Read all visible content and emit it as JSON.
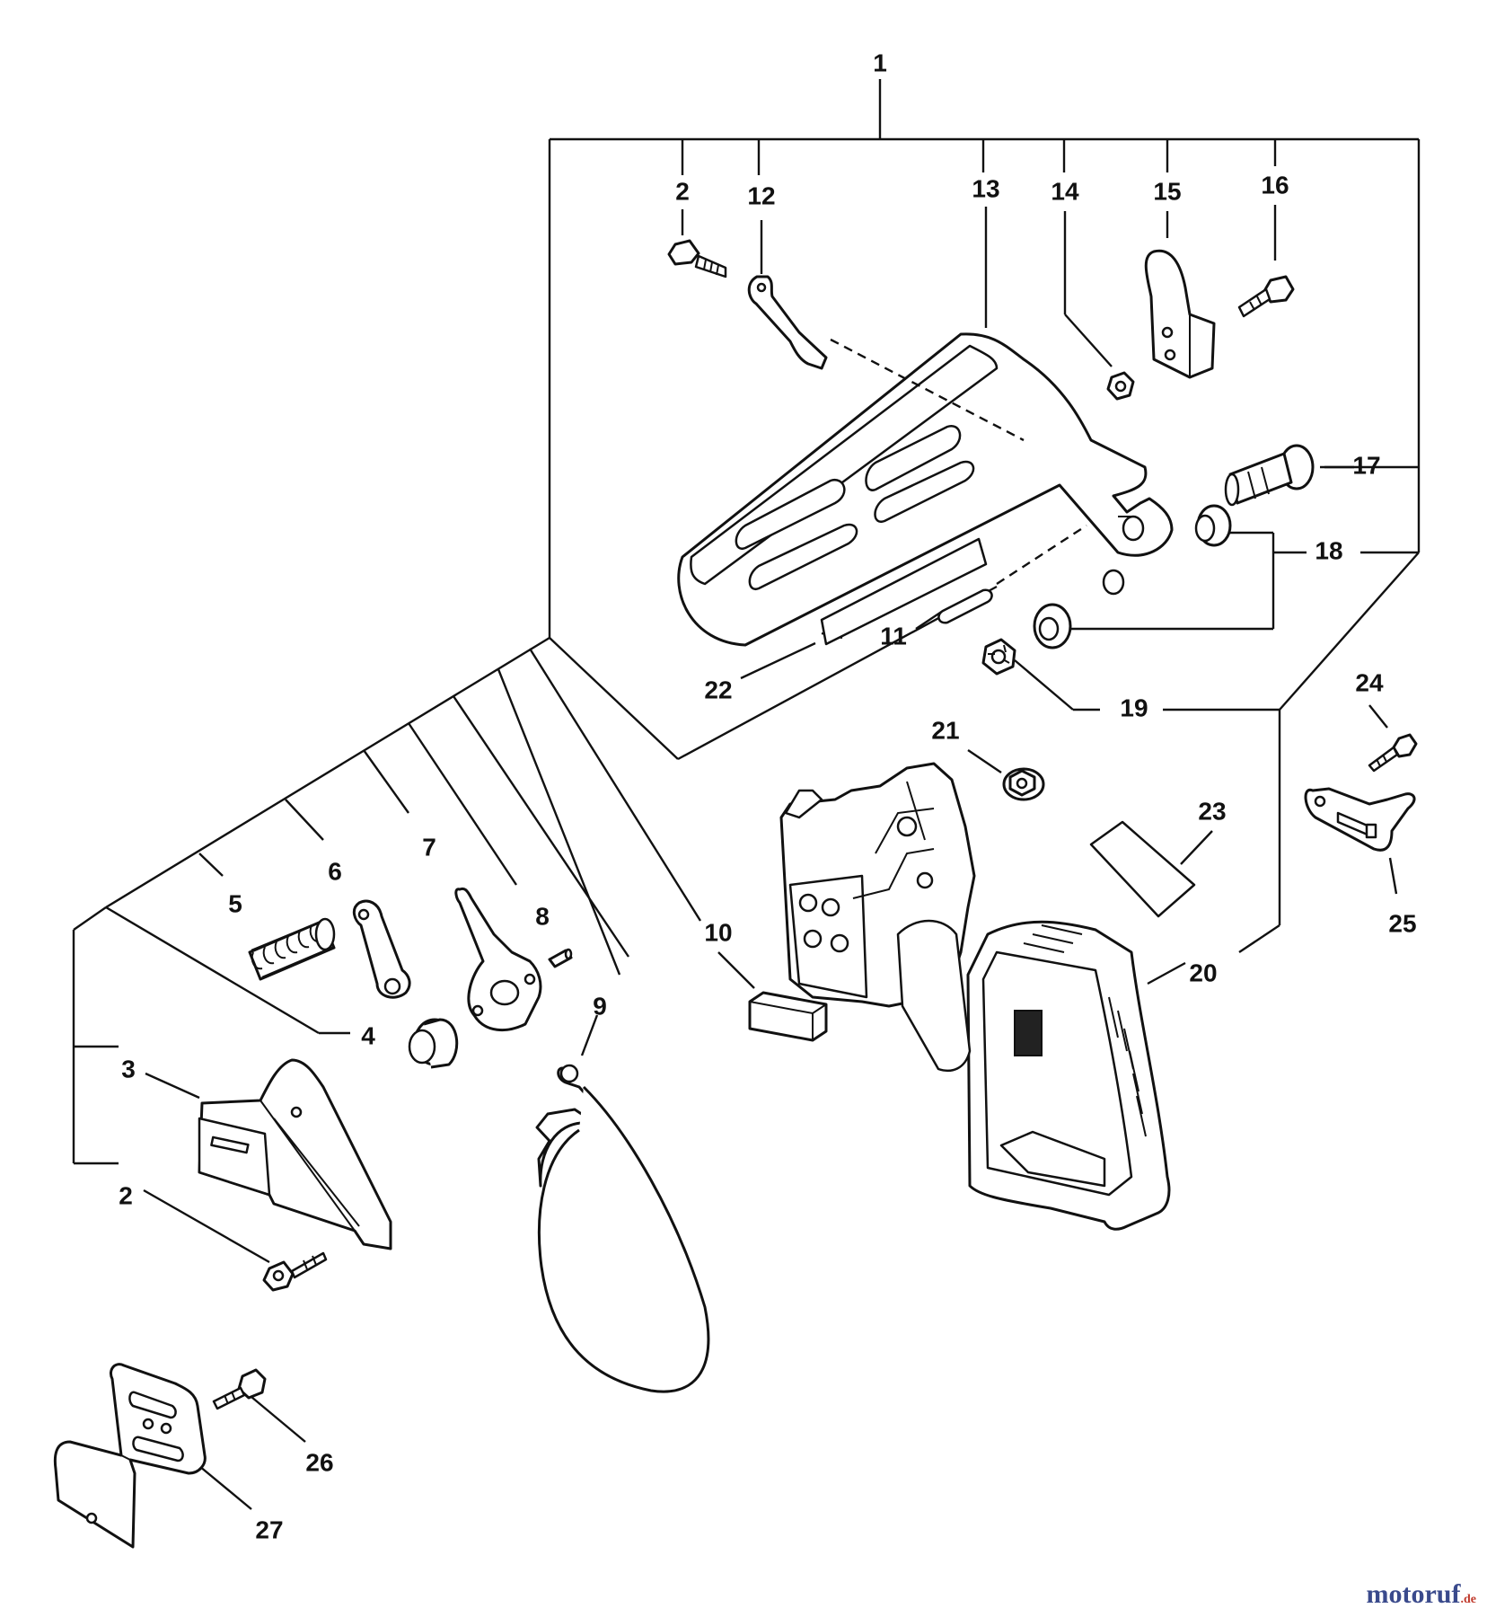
{
  "callouts": {
    "c1": "1",
    "c2a": "2",
    "c2b": "2",
    "c3": "3",
    "c4": "4",
    "c5": "5",
    "c6": "6",
    "c7": "7",
    "c8": "8",
    "c9": "9",
    "c10": "10",
    "c11": "11",
    "c12": "12",
    "c13": "13",
    "c14": "14",
    "c15": "15",
    "c16": "16",
    "c17": "17",
    "c18": "18",
    "c19": "19",
    "c20": "20",
    "c21": "21",
    "c22": "22",
    "c23": "23",
    "c24": "24",
    "c25": "25",
    "c26": "26",
    "c27": "27"
  },
  "watermark": {
    "brand": "motoruf",
    "suffix": ".de"
  },
  "colors": {
    "line": "#111111",
    "watermark": "#3a4a8c",
    "watermark_suffix": "#c0392b"
  }
}
